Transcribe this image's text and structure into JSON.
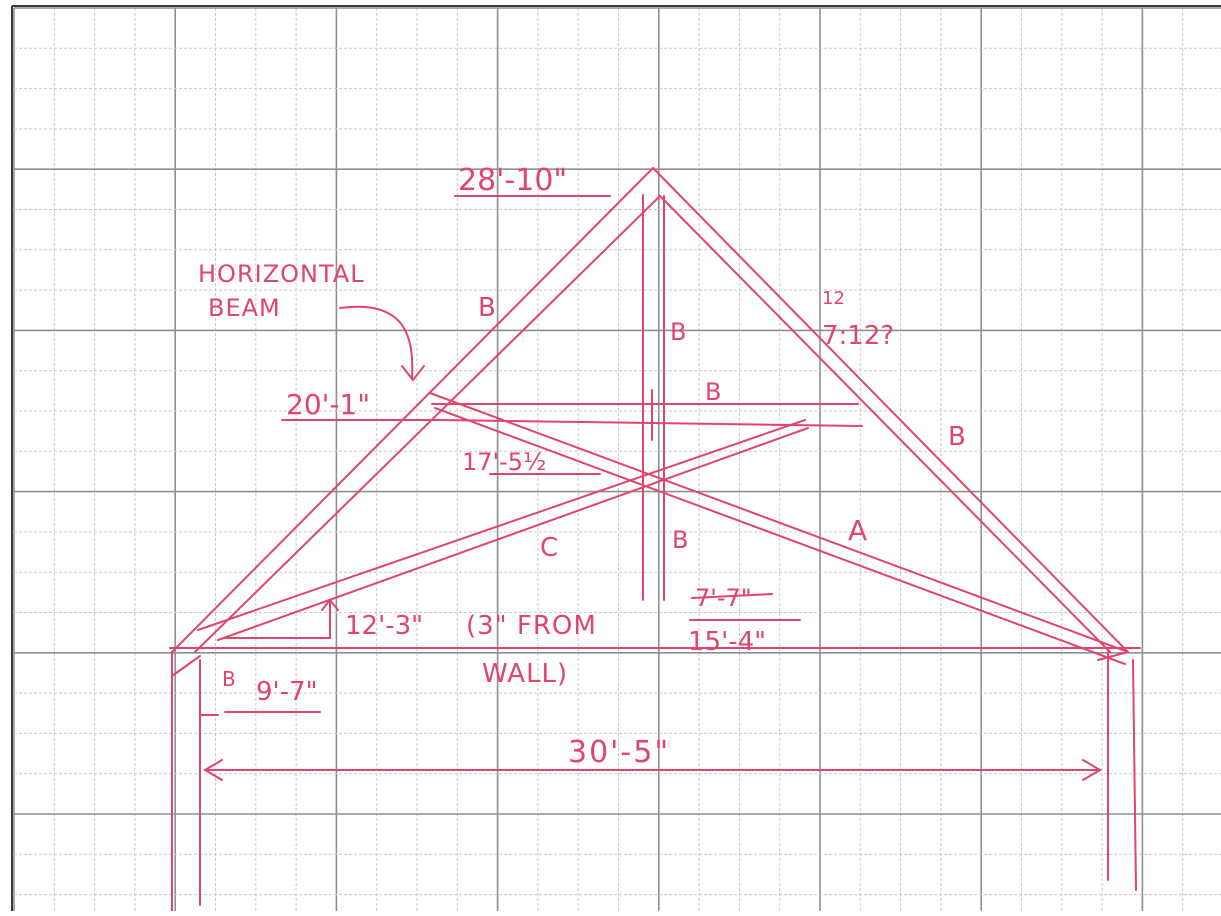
{
  "colors": {
    "ink": "#e0456b",
    "grid_minor": "#c9c9c9",
    "grid_major": "#8f8f8f",
    "paper": "#ffffff",
    "border": "#3a3a3a"
  },
  "labels": {
    "apex_height": "28'-10\"",
    "horizontal_beam": [
      "HORIZONTAL",
      "BEAM"
    ],
    "beam_height": "20'-1\"",
    "brace_height": "17'-5½",
    "low_height": "12'-3\"",
    "note": [
      "(3\" FROM",
      "WALL)"
    ],
    "struck_value": "7'-7\"",
    "post_height": "15'-4\"",
    "wall_height": "9'-7\"",
    "span": "30'-5\"",
    "pitch_top": "12",
    "pitch": "7:12?",
    "member_b": "B",
    "member_a": "A",
    "member_c": "C"
  }
}
